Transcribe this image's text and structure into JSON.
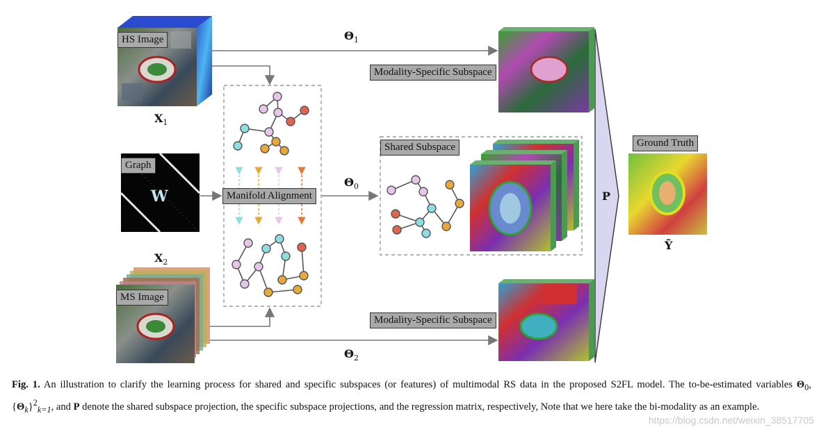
{
  "labels": {
    "hs_image": "HS Image",
    "graph": "Graph",
    "ms_image": "MS Image",
    "manifold_alignment": "Manifold Alignment",
    "modality_specific_top": "Modality-Specific Subspace",
    "modality_specific_bottom": "Modality-Specific Subspace",
    "shared_subspace": "Shared Subspace",
    "ground_truth": "Ground Truth"
  },
  "math": {
    "x1": "X",
    "x1_sub": "1",
    "x2": "X",
    "x2_sub": "2",
    "w": "W",
    "theta1": "Θ",
    "theta1_sub": "1",
    "theta0": "Θ",
    "theta0_sub": "0",
    "theta2": "Θ",
    "theta2_sub": "2",
    "p": "P",
    "y_tilde": "Ỹ"
  },
  "caption": {
    "fig_label": "Fig. 1.",
    "text_1": " An illustration to clarify the learning process for shared and specific subspaces (or features) of multimodal RS data in the proposed S2FL model. The to-be-estimated variables ",
    "math_1": "Θ",
    "math_1_sub": "0",
    "text_2": ", {",
    "math_2": "Θ",
    "math_2_sub": "k",
    "text_3": "}",
    "sup": "2",
    "sub": "k=1",
    "text_4": ", and ",
    "math_3": "P",
    "text_5": " denote the shared subspace projection, the specific subspace projections, and the regression matrix, respectively, Note that we here take the bi-modality as an example."
  },
  "watermark": "https://blog.csdn.net/weixin_38517705",
  "colors": {
    "node_pink": "#e8c6ea",
    "node_cyan": "#8fdde0",
    "node_orange": "#e8a93a",
    "node_red": "#e0654f",
    "projection_fill": "#d9d6f2",
    "label_bg": "#a9a9a9"
  }
}
